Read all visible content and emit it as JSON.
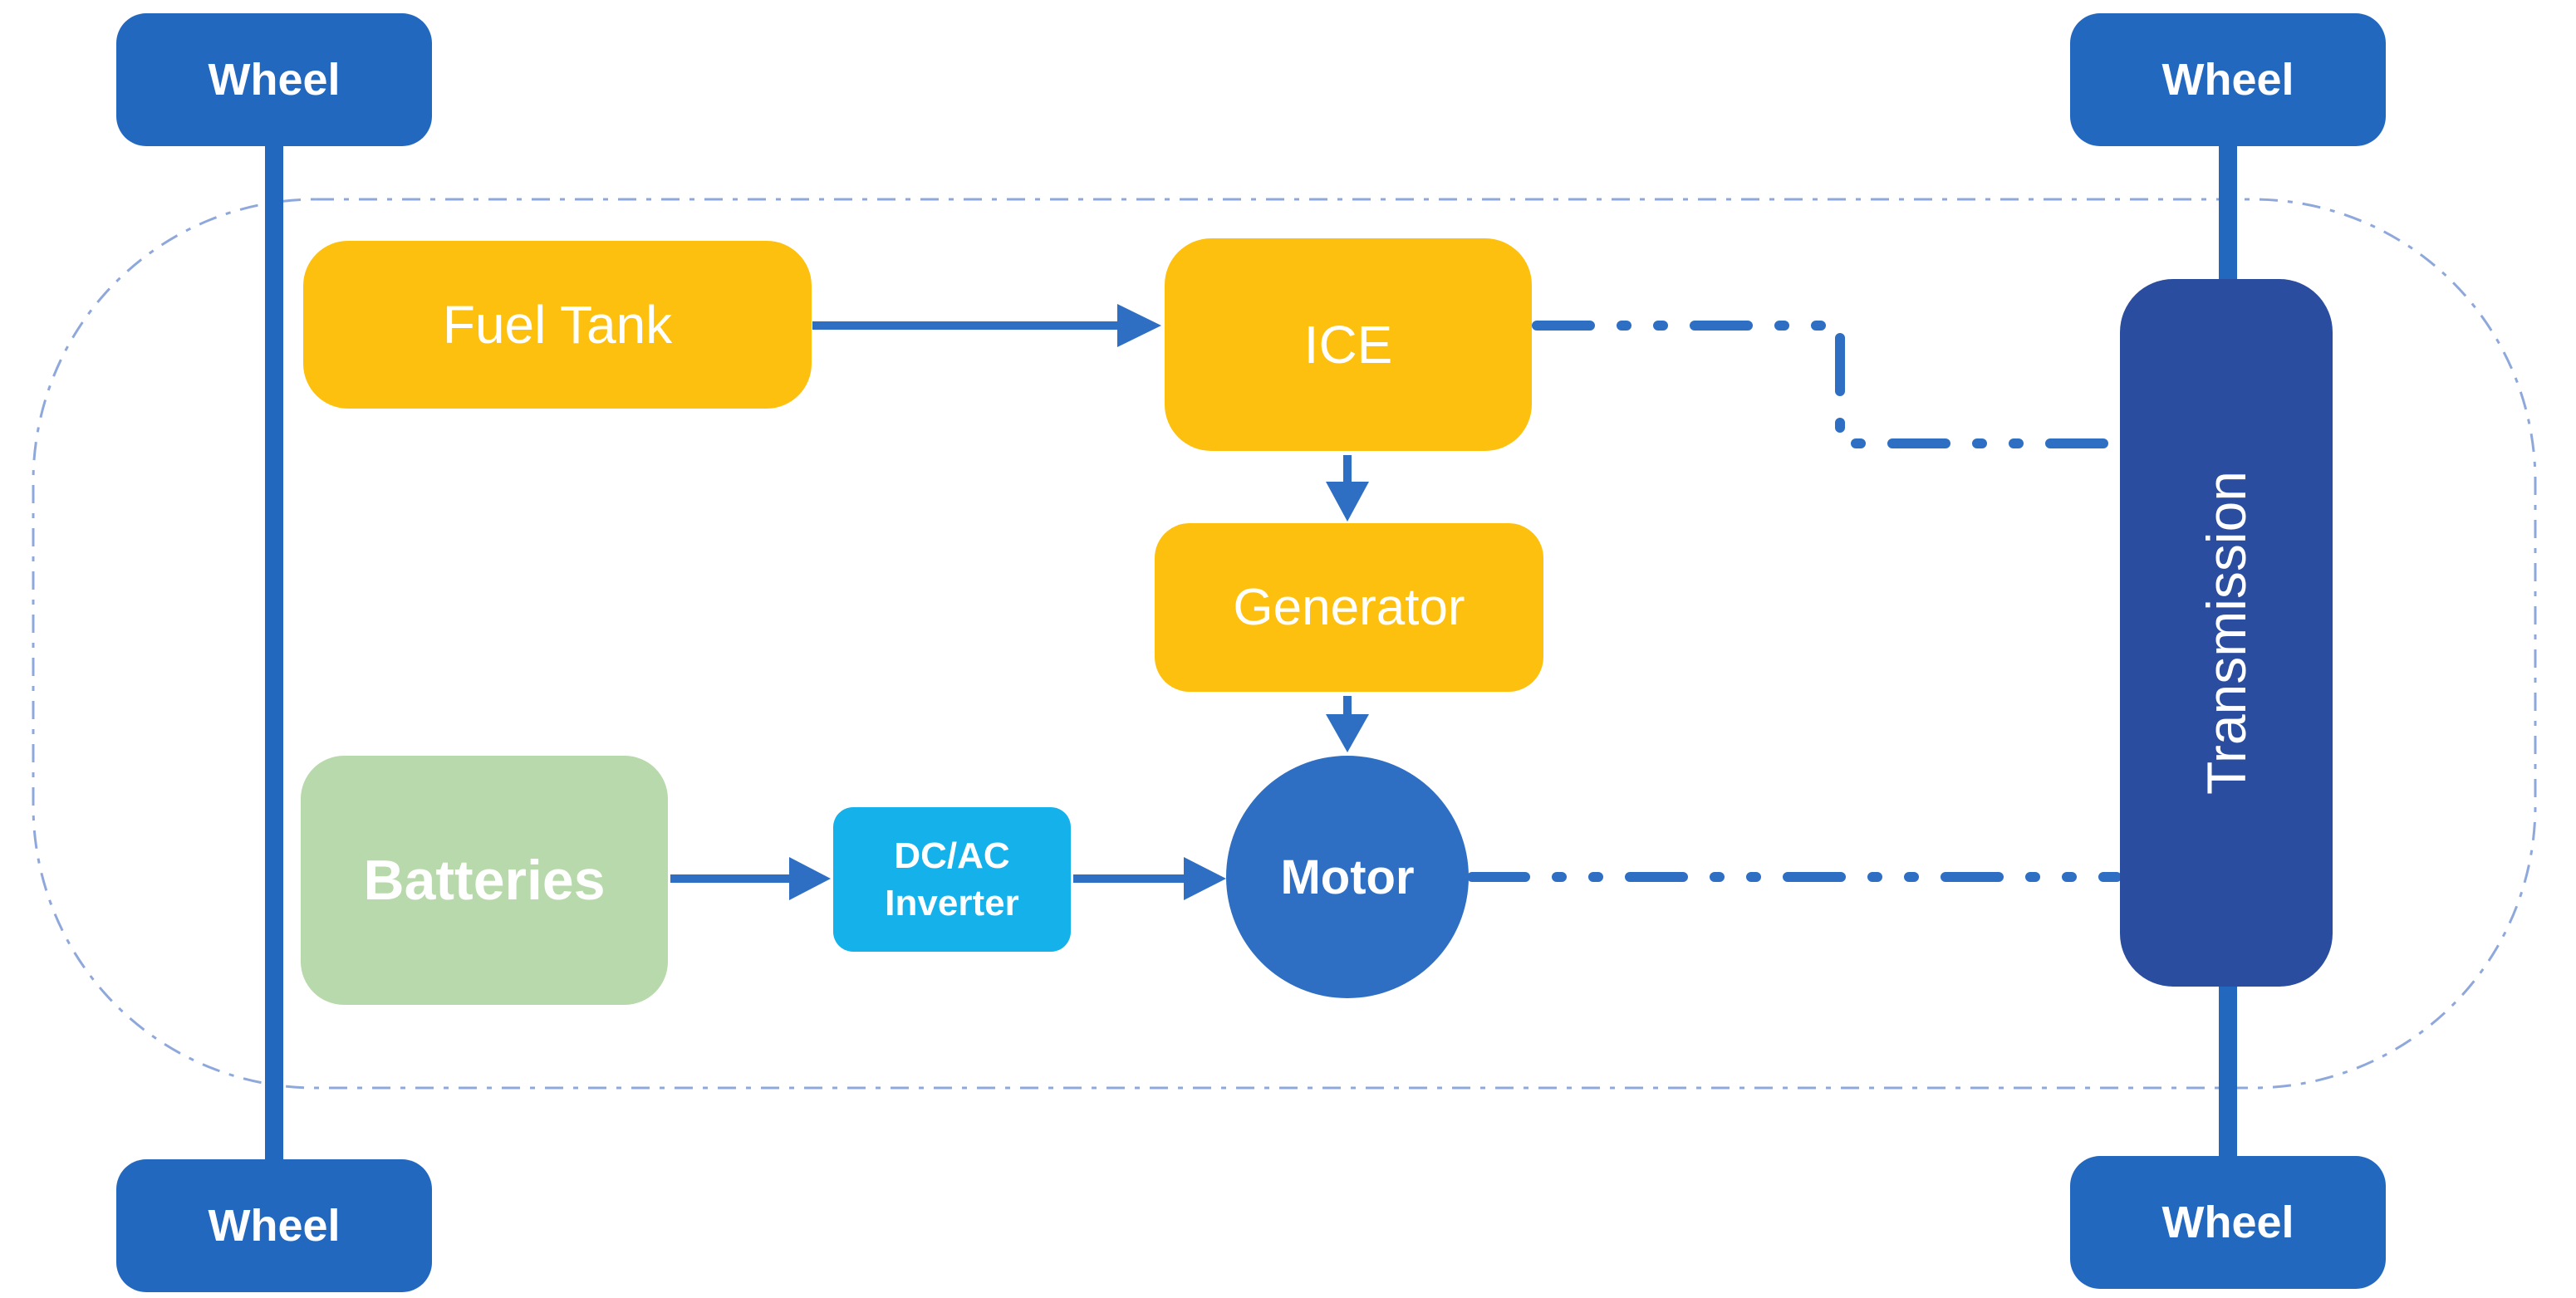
{
  "diagram_type": "hybrid-vehicle-powertrain-block-diagram",
  "colors": {
    "wheel-blue": "#2368BF",
    "arrow-blue": "#2E6FC4",
    "navy": "#2B4D9F",
    "amber": "#FEC00F",
    "green": "#B8D9AB",
    "cyan": "#14B1EB",
    "outline-blue": "#8FA8DC",
    "text-white": "#FFFFFF"
  },
  "nodes": {
    "wheel_front_left": {
      "label": "Wheel"
    },
    "wheel_front_right": {
      "label": "Wheel"
    },
    "wheel_rear_left": {
      "label": "Wheel"
    },
    "wheel_rear_right": {
      "label": "Wheel"
    },
    "fuel_tank": {
      "label": "Fuel Tank"
    },
    "ice": {
      "label": "ICE"
    },
    "generator": {
      "label": "Generator"
    },
    "batteries": {
      "label": "Batteries"
    },
    "inverter": {
      "label_line1": "DC/AC",
      "label_line2": "Inverter"
    },
    "motor": {
      "label": "Motor"
    },
    "transmission": {
      "label": "Transmission"
    }
  },
  "edges": [
    {
      "from": "Fuel Tank",
      "to": "ICE",
      "style": "solid-arrow"
    },
    {
      "from": "ICE",
      "to": "Generator",
      "style": "solid-arrow"
    },
    {
      "from": "Generator",
      "to": "Motor",
      "style": "solid-arrow"
    },
    {
      "from": "Batteries",
      "to": "DC/AC Inverter",
      "style": "solid-arrow"
    },
    {
      "from": "DC/AC Inverter",
      "to": "Motor",
      "style": "solid-arrow"
    },
    {
      "from": "ICE",
      "to": "Transmission",
      "style": "dash-dot-dot"
    },
    {
      "from": "Motor",
      "to": "Transmission",
      "style": "dash-dot-dot"
    },
    {
      "from": "Wheel (front left)",
      "to": "Wheel (rear left)",
      "style": "axle"
    },
    {
      "from": "Wheel (front right)",
      "to": "Transmission",
      "style": "axle"
    },
    {
      "from": "Transmission",
      "to": "Wheel (rear right)",
      "style": "axle"
    }
  ]
}
